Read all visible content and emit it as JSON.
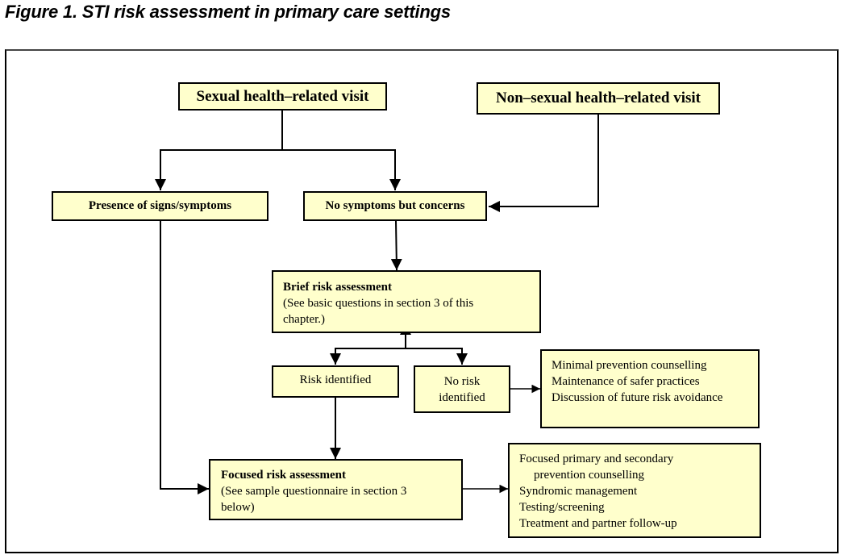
{
  "figure": {
    "title": "Figure 1. STI risk assessment in primary care settings"
  },
  "nodes": {
    "sexual_visit": "Sexual health–related visit",
    "non_sexual_visit": "Non–sexual health–related visit",
    "signs_symptoms": "Presence of signs/symptoms",
    "no_symptoms": "No symptoms but concerns",
    "brief": {
      "heading": "Brief risk assessment",
      "lines": [
        "(See basic questions in section 3 of this",
        "chapter.)"
      ]
    },
    "risk_identified": "Risk identified",
    "no_risk": [
      "No risk",
      "identified"
    ],
    "minimal": {
      "lines": [
        "Minimal prevention counselling",
        "Maintenance of safer practices",
        "Discussion of future risk avoidance"
      ]
    },
    "focused": {
      "heading": "Focused risk assessment",
      "lines": [
        "(See sample questionnaire in section 3",
        "below)"
      ]
    },
    "management": {
      "lines": [
        "Focused primary and secondary",
        "prevention counselling",
        "Syndromic management",
        "Testing/screening",
        "Treatment and partner follow-up"
      ]
    }
  },
  "edges": [
    {
      "from": "sexual_visit",
      "to": "signs_symptoms"
    },
    {
      "from": "sexual_visit",
      "to": "no_symptoms"
    },
    {
      "from": "non_sexual_visit",
      "to": "no_symptoms"
    },
    {
      "from": "no_symptoms",
      "to": "brief"
    },
    {
      "from": "brief",
      "to": "risk_identified"
    },
    {
      "from": "brief",
      "to": "no_risk"
    },
    {
      "from": "no_risk",
      "to": "minimal"
    },
    {
      "from": "risk_identified",
      "to": "focused"
    },
    {
      "from": "signs_symptoms",
      "to": "focused"
    },
    {
      "from": "focused",
      "to": "management"
    }
  ],
  "colors": {
    "box_fill": "#ffffcc",
    "line": "#000000"
  }
}
